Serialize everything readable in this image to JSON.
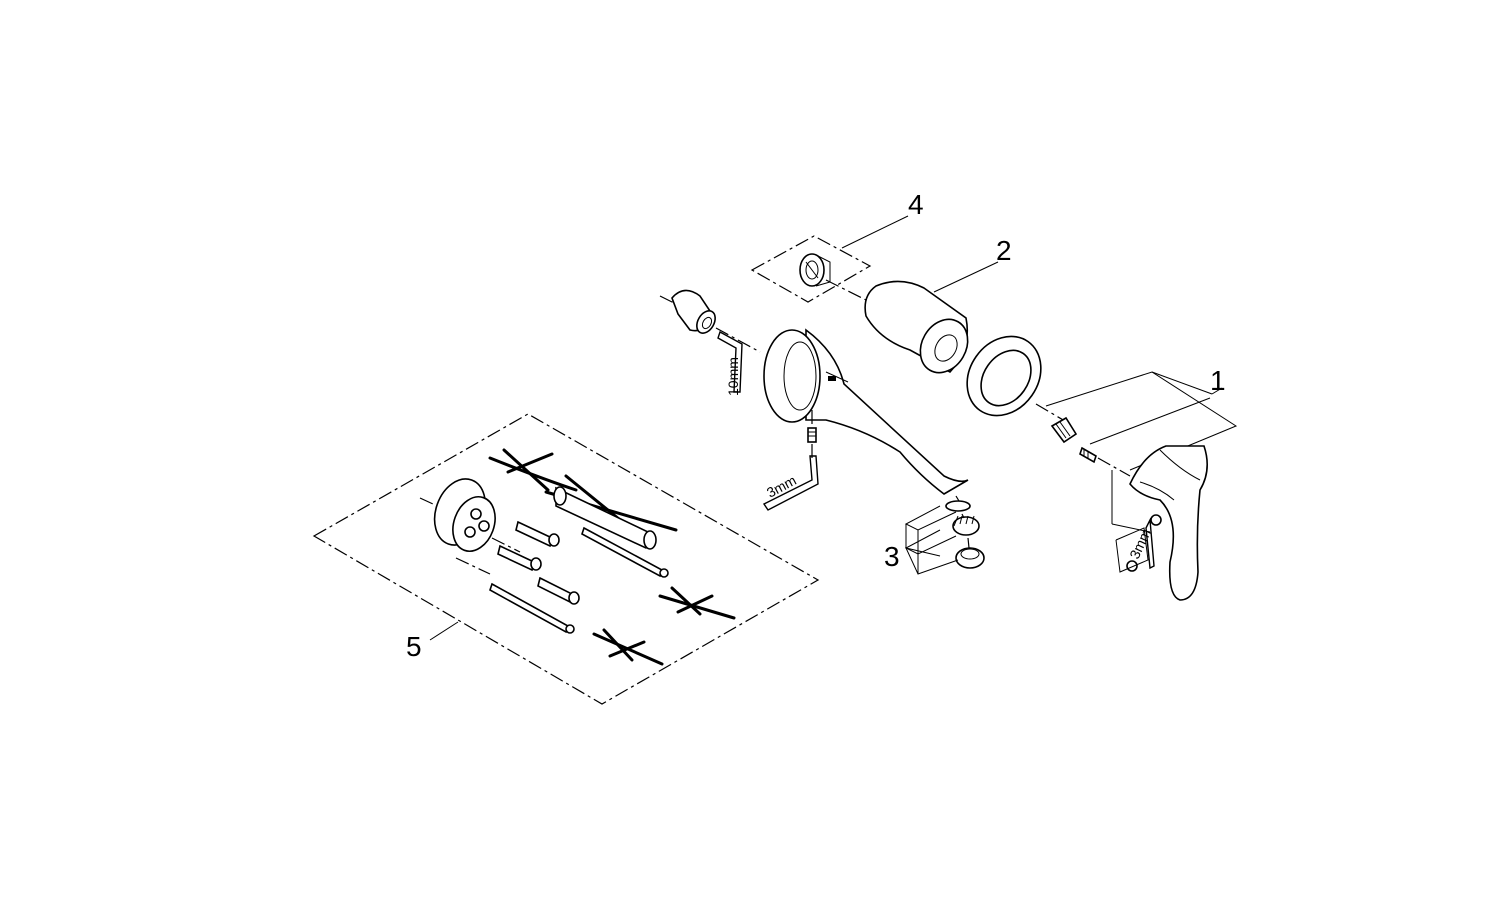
{
  "callouts": {
    "c1": "1",
    "c2": "2",
    "c3": "3",
    "c4": "4",
    "c5": "5"
  },
  "tools": {
    "hex_10": "10mm",
    "hex_3_spout": "3mm",
    "hex_3_handle": "3mm"
  }
}
